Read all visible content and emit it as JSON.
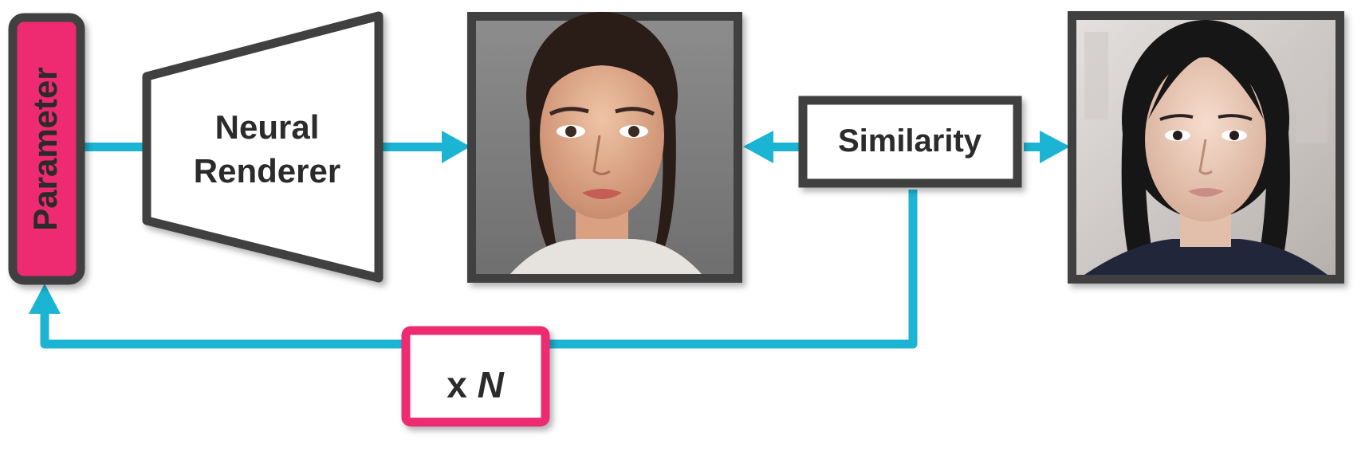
{
  "parameter_label": "Parameter",
  "renderer_label_line1": "Neural",
  "renderer_label_line2": "Renderer",
  "similarity_label": "Similarity",
  "loop_prefix": "x ",
  "loop_variable": "N",
  "colors": {
    "arrow": "#1bb5d3",
    "accent": "#ee2a70",
    "border": "#404040",
    "text": "#2b2b2b"
  },
  "icons": {
    "rendered_face": "rendered-face-image",
    "target_face": "target-photo-face-image"
  }
}
